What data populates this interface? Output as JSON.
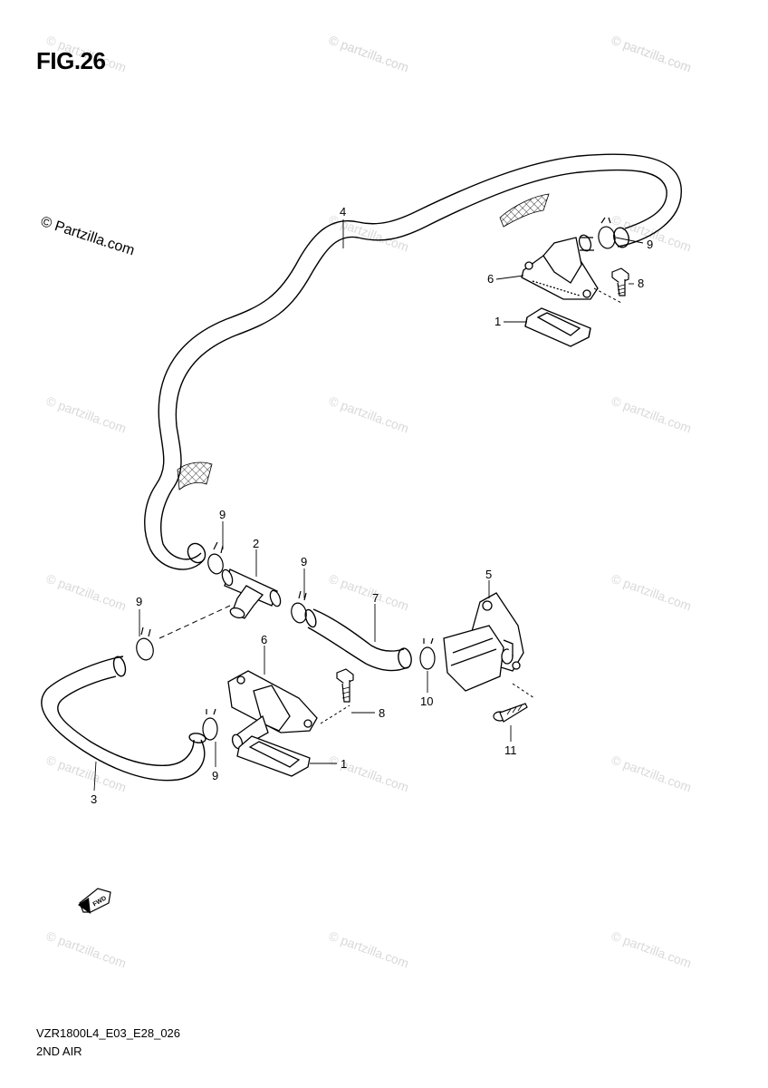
{
  "figure": {
    "title": "FIG.26",
    "code": "VZR1800L4_E03_E28_026",
    "name": "2ND AIR"
  },
  "watermark": {
    "inline_text": "© Partzilla.com",
    "tile_text": "© partzilla.com"
  },
  "callouts": {
    "hose_upper": "4",
    "clamp_upper": "9",
    "cover_upper": "6",
    "bolt_upper": "8",
    "gasket_upper": "1",
    "clamp_left_top": "9",
    "joint": "2",
    "clamp_mid": "9",
    "hose_mid": "7",
    "valve": "5",
    "clamp_left": "9",
    "cover_lower": "6",
    "bolt_lower": "8",
    "clamp_valve": "10",
    "screw": "11",
    "clamp_lower": "9",
    "gasket_lower": "1",
    "hose_lower": "3"
  },
  "fwd_icon_text": "FWD",
  "colors": {
    "line": "#000000",
    "watermark": "#d9d9d9",
    "background": "#ffffff"
  }
}
